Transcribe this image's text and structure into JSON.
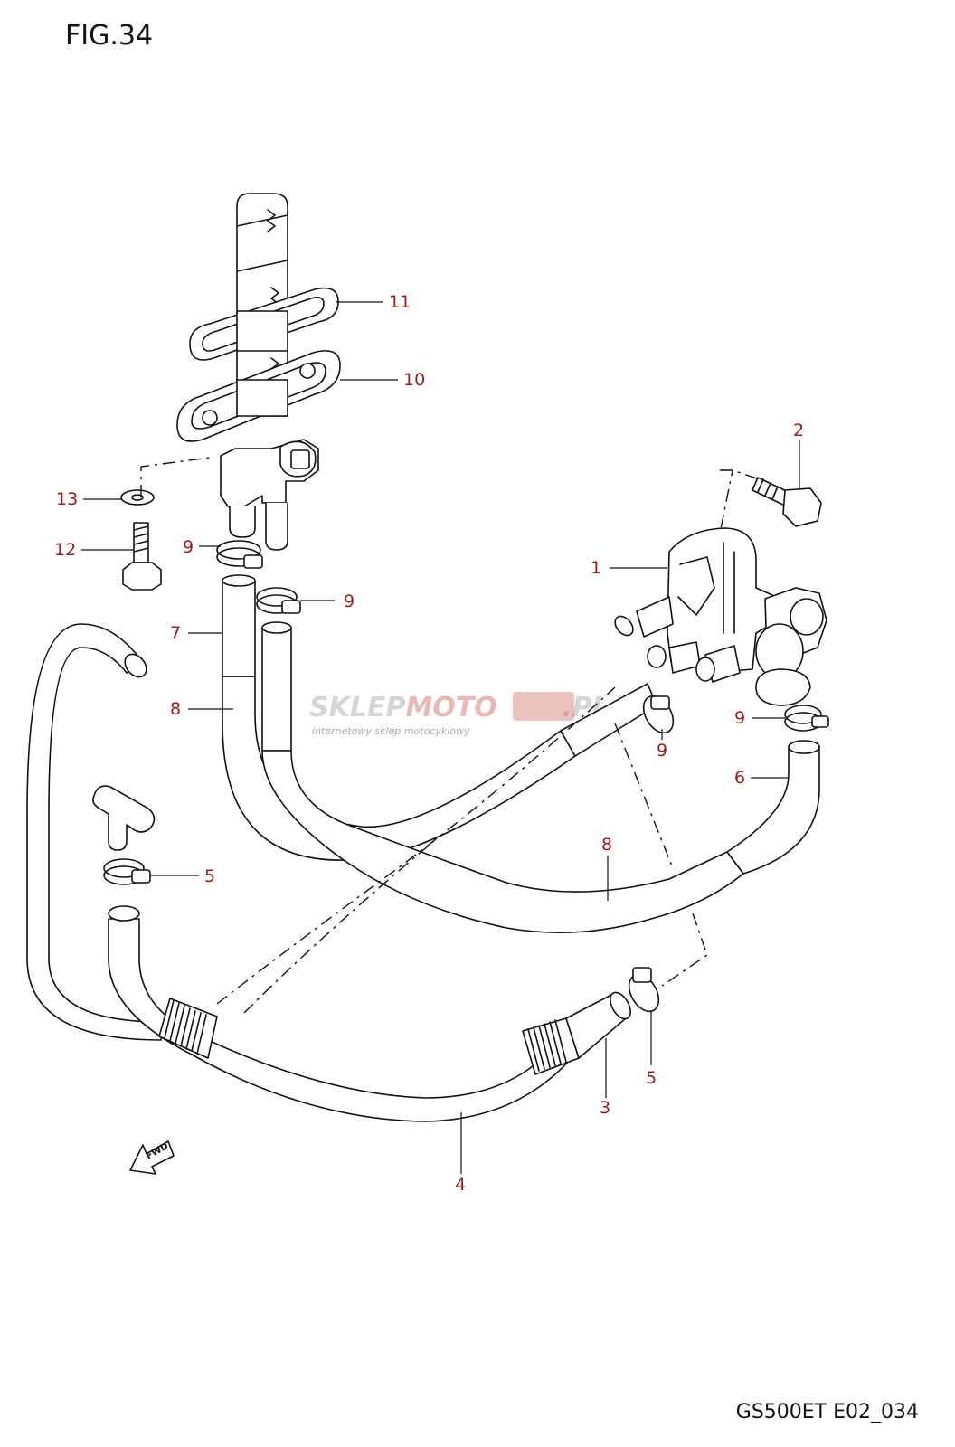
{
  "figure": {
    "title": "FIG.34",
    "code": "GS500ET E02_034"
  },
  "watermark": {
    "brand_grey": "SKLEP",
    "brand_red": "MOTO",
    "brand_suffix": ".PL",
    "tagline": "internetowy sklep motocyklowy",
    "accent_color": "#c0392b"
  },
  "callouts": [
    {
      "id": "c1",
      "label": "1"
    },
    {
      "id": "c2",
      "label": "2"
    },
    {
      "id": "c3",
      "label": "3"
    },
    {
      "id": "c4",
      "label": "4"
    },
    {
      "id": "c5a",
      "label": "5"
    },
    {
      "id": "c5b",
      "label": "5"
    },
    {
      "id": "c6",
      "label": "6"
    },
    {
      "id": "c7",
      "label": "7"
    },
    {
      "id": "c8a",
      "label": "8"
    },
    {
      "id": "c8b",
      "label": "8"
    },
    {
      "id": "c9a",
      "label": "9"
    },
    {
      "id": "c9b",
      "label": "9"
    },
    {
      "id": "c9c",
      "label": "9"
    },
    {
      "id": "c9d",
      "label": "9"
    },
    {
      "id": "c10",
      "label": "10"
    },
    {
      "id": "c11",
      "label": "11"
    },
    {
      "id": "c12",
      "label": "12"
    },
    {
      "id": "c13",
      "label": "13"
    }
  ],
  "direction_marker": {
    "label": "FWD"
  },
  "colors": {
    "callout": "#9b1c1c",
    "line": "#111111"
  }
}
